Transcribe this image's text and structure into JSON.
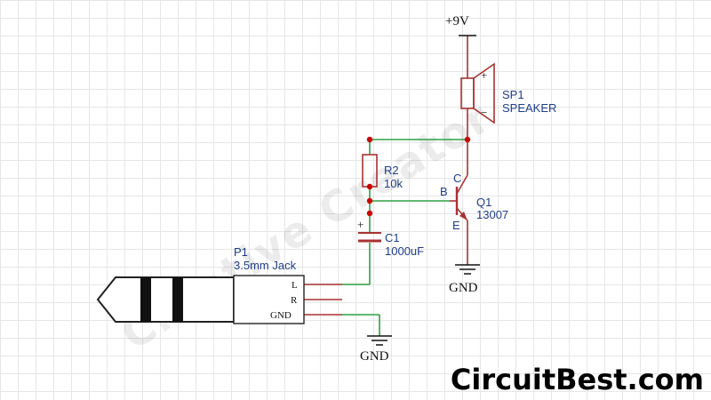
{
  "watermark": "Creative Creator",
  "brand": "CircuitBest.com",
  "power": {
    "vcc_label": "+9V",
    "gnd_label": "GND",
    "gnd_label_2": "GND"
  },
  "speaker": {
    "ref": "SP1",
    "value": "SPEAKER",
    "plus": "+",
    "minus": "−"
  },
  "resistor": {
    "ref": "R2",
    "value": "10k"
  },
  "capacitor": {
    "ref": "C1",
    "value": "1000uF",
    "plus": "+"
  },
  "transistor": {
    "ref": "Q1",
    "value": "13007",
    "pin_b": "B",
    "pin_c": "C",
    "pin_e": "E"
  },
  "jack": {
    "ref": "P1",
    "value": "3.5mm Jack",
    "pin_l": "L",
    "pin_r": "R",
    "pin_gnd": "GND"
  },
  "colors": {
    "wire": "#2ea043",
    "component": "#a83232",
    "junction": "#cc0000",
    "label": "#1f3d8a"
  }
}
